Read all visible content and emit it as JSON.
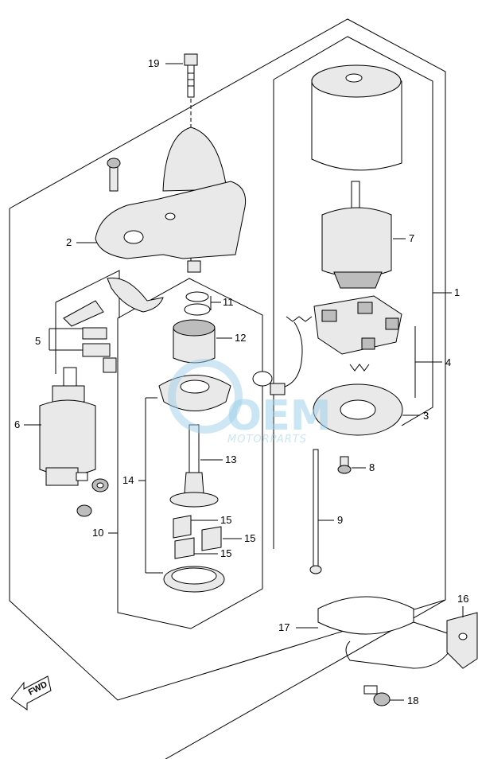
{
  "callouts": {
    "c1": "1",
    "c2": "2",
    "c3": "3",
    "c4": "4",
    "c5": "5",
    "c6": "6",
    "c7": "7",
    "c8": "8",
    "c9": "9",
    "c10": "10",
    "c11": "11",
    "c12": "12",
    "c13": "13",
    "c14": "14",
    "c15a": "15",
    "c15b": "15",
    "c15c": "15",
    "c16": "16",
    "c17": "17",
    "c18": "18",
    "c19": "19"
  },
  "watermark": {
    "brand": "OEM",
    "sub": "MOTORPARTS"
  },
  "fwd_label": "FWD",
  "colors": {
    "line": "#000000",
    "part_fill": "#e9e9e9",
    "watermark": "#9fd0ea"
  }
}
